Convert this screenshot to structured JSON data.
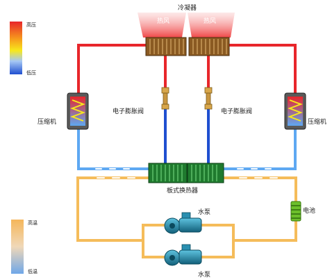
{
  "labels": {
    "condenser": "冷凝器",
    "hot_air_left": "热风",
    "hot_air_right": "热风",
    "compressor_left": "压缩机",
    "compressor_right": "压缩机",
    "exv_left": "电子膨胀阀",
    "exv_right": "电子膨胀阀",
    "plate_hx": "板式换热器",
    "battery": "电池",
    "pump_top": "水泵",
    "pump_bottom": "水泵"
  },
  "legend_pressure": {
    "high": "高压",
    "low": "低压"
  },
  "legend_temp": {
    "high": "高温",
    "low": "低温"
  },
  "colors": {
    "high_pressure": "#e8262b",
    "low_pressure_dark": "#1f4fd0",
    "low_pressure_light": "#5ea8f2",
    "coolant": "#f5bc5a",
    "condenser": "#8a5a22",
    "plate_hx": "#1f7a2e",
    "pump": "#1d8aa5",
    "battery": "#6cbf2b"
  }
}
